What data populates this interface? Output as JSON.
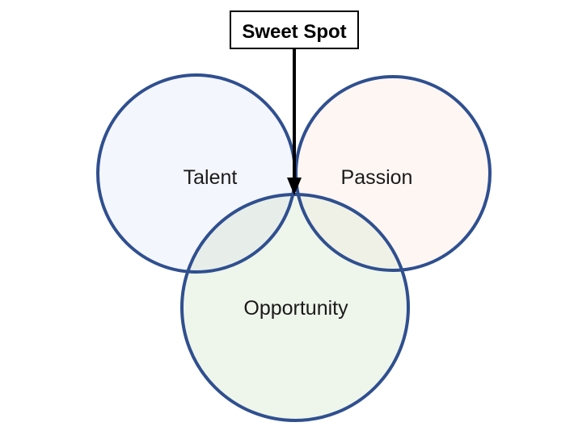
{
  "diagram": {
    "type": "venn",
    "sets": {
      "talent": "Talent",
      "passion": "Passion",
      "opportunity": "Opportunity"
    },
    "callout": "Sweet Spot",
    "colors": {
      "outline": "#2f4f8f",
      "talent_fill": "#f4f6fd",
      "passion_fill": "#fdf6f3",
      "opportunity_fill": "#eef5ea",
      "talent_passion_overlap": "#f1eef3",
      "talent_opportunity_overlap": "#e7eee9",
      "passion_opportunity_overlap": "#eff1e6",
      "sweet_spot_fill": "#000000",
      "arrow": "#000000"
    }
  }
}
